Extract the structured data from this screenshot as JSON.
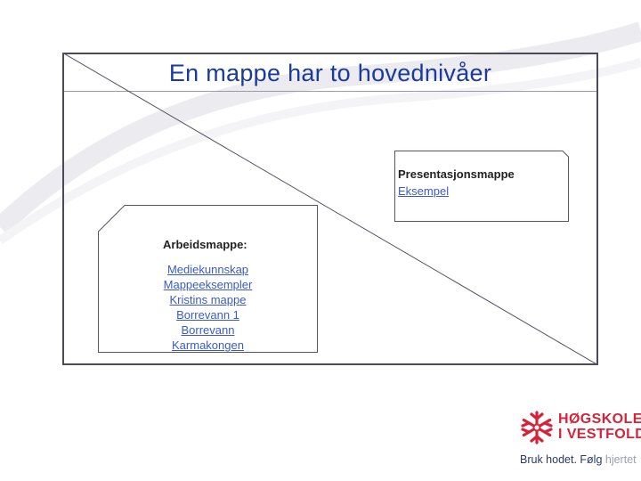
{
  "slide": {
    "title": "En mappe har to hovednivåer"
  },
  "presentation_folder": {
    "heading": "Presentasjonsmappe",
    "links": [
      "Eksempel"
    ]
  },
  "work_folder": {
    "heading": "Arbeidsmappe:",
    "links": [
      "Mediekunnskap",
      "Mappeeksempler",
      "Kristins mappe",
      "Borrevann 1",
      "Borrevann",
      "Karmakongen"
    ]
  },
  "logo": {
    "line1": "HØGSKOLEN",
    "line2": "I VESTFOLD",
    "tagline_main": "Bruk hodet. Følg",
    "tagline_faded": " hjertet"
  },
  "colors": {
    "title": "#1a3aa0",
    "link": "#3a5bc7",
    "brand_red": "#d6233a"
  }
}
